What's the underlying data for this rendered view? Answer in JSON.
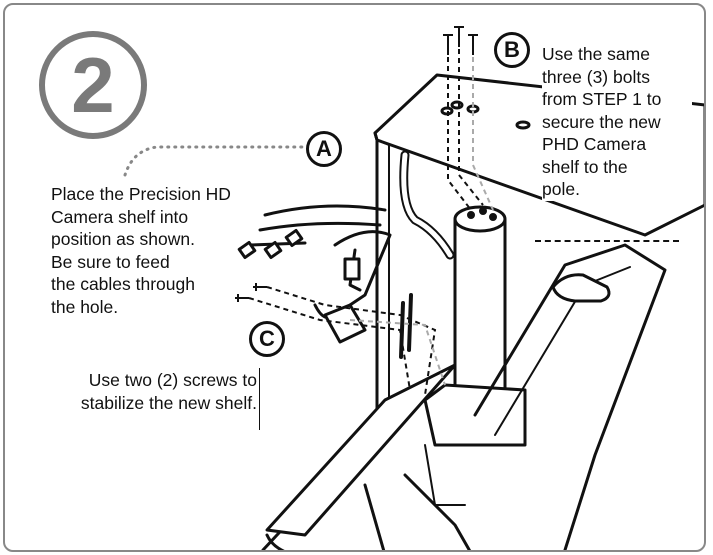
{
  "step": {
    "number": "2"
  },
  "callouts": {
    "a": "A",
    "b": "B",
    "c": "C"
  },
  "text": {
    "a_lines": [
      "Place the Precision HD",
      "Camera shelf into",
      "position as shown.",
      "Be sure to feed",
      "the cables through",
      "the hole."
    ],
    "b_lines": [
      "Use the same",
      "three (3) bolts",
      "from STEP 1 to",
      "secure the new",
      "PHD Camera",
      "shelf to the",
      "pole."
    ],
    "c_lines": [
      "Use two (2) screws to",
      "stabilize the new shelf."
    ]
  },
  "colors": {
    "frame": "#888888",
    "badge": "#7a7a7a",
    "ink": "#111111",
    "guide": "#aaaaaa"
  }
}
